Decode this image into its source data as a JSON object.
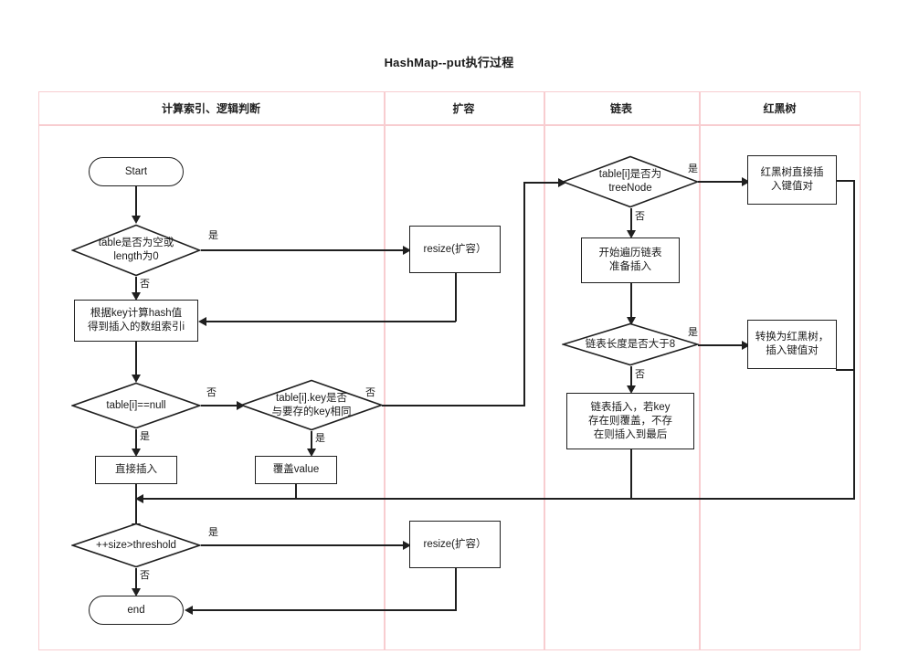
{
  "title": "HashMap--put执行过程",
  "swimlanes": {
    "columns": [
      {
        "id": "col-compute",
        "label": "计算索引、逻辑判断"
      },
      {
        "id": "col-resize",
        "label": "扩容"
      },
      {
        "id": "col-linkedlist",
        "label": "链表"
      },
      {
        "id": "col-redblacktree",
        "label": "红黑树"
      }
    ],
    "border_color": "#f8cdd0"
  },
  "nodes": {
    "start": "Start",
    "d_table_empty": "table是否为空或\nlength为0",
    "resize_top": "resize(扩容）",
    "compute_hash": "根据key计算hash值\n得到插入的数组索引i",
    "d_table_null": "table[i]==null",
    "d_key_same": "table[i].key是否\n与要存的key相同",
    "direct_insert": "直接插入",
    "overwrite_value": "覆盖value",
    "d_size_threshold": "++size>threshold",
    "resize_bottom": "resize(扩容）",
    "end": "end",
    "d_is_treenode": "table[i]是否为\ntreeNode",
    "traverse_list": "开始遍历链表\n准备插入",
    "d_list_len_8": "链表长度是否大于8",
    "list_insert": "链表插入，若key\n存在则覆盖，不存\n在则插入到最后",
    "rbt_direct_insert": "红黑树直接插\n入键值对",
    "convert_to_rbt": "转换为红黑树，\n插入键值对"
  },
  "edge_labels": {
    "empty_yes": "是",
    "empty_no": "否",
    "null_yes": "是",
    "null_no": "否",
    "key_same_yes": "是",
    "key_same_no": "否",
    "threshold_yes": "是",
    "threshold_no": "否",
    "treenode_yes": "是",
    "treenode_no": "否",
    "len8_yes": "是",
    "len8_no": "否"
  },
  "colors": {
    "lane_border": "#f8cdd0",
    "shape_stroke": "#1f1f1f",
    "text": "#1a1a1a",
    "background": "#ffffff"
  }
}
